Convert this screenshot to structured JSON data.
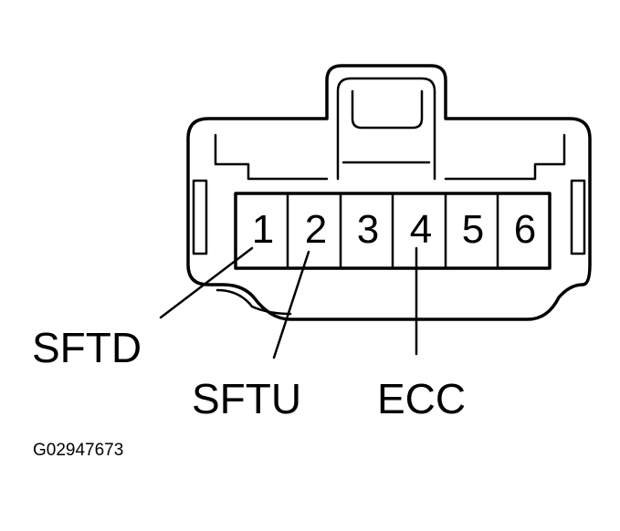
{
  "connector": {
    "pins": [
      "1",
      "2",
      "3",
      "4",
      "5",
      "6"
    ]
  },
  "labels": {
    "sftd": "SFTD",
    "sftu": "SFTU",
    "ecc": "ECC"
  },
  "figure_id": "G02947673"
}
